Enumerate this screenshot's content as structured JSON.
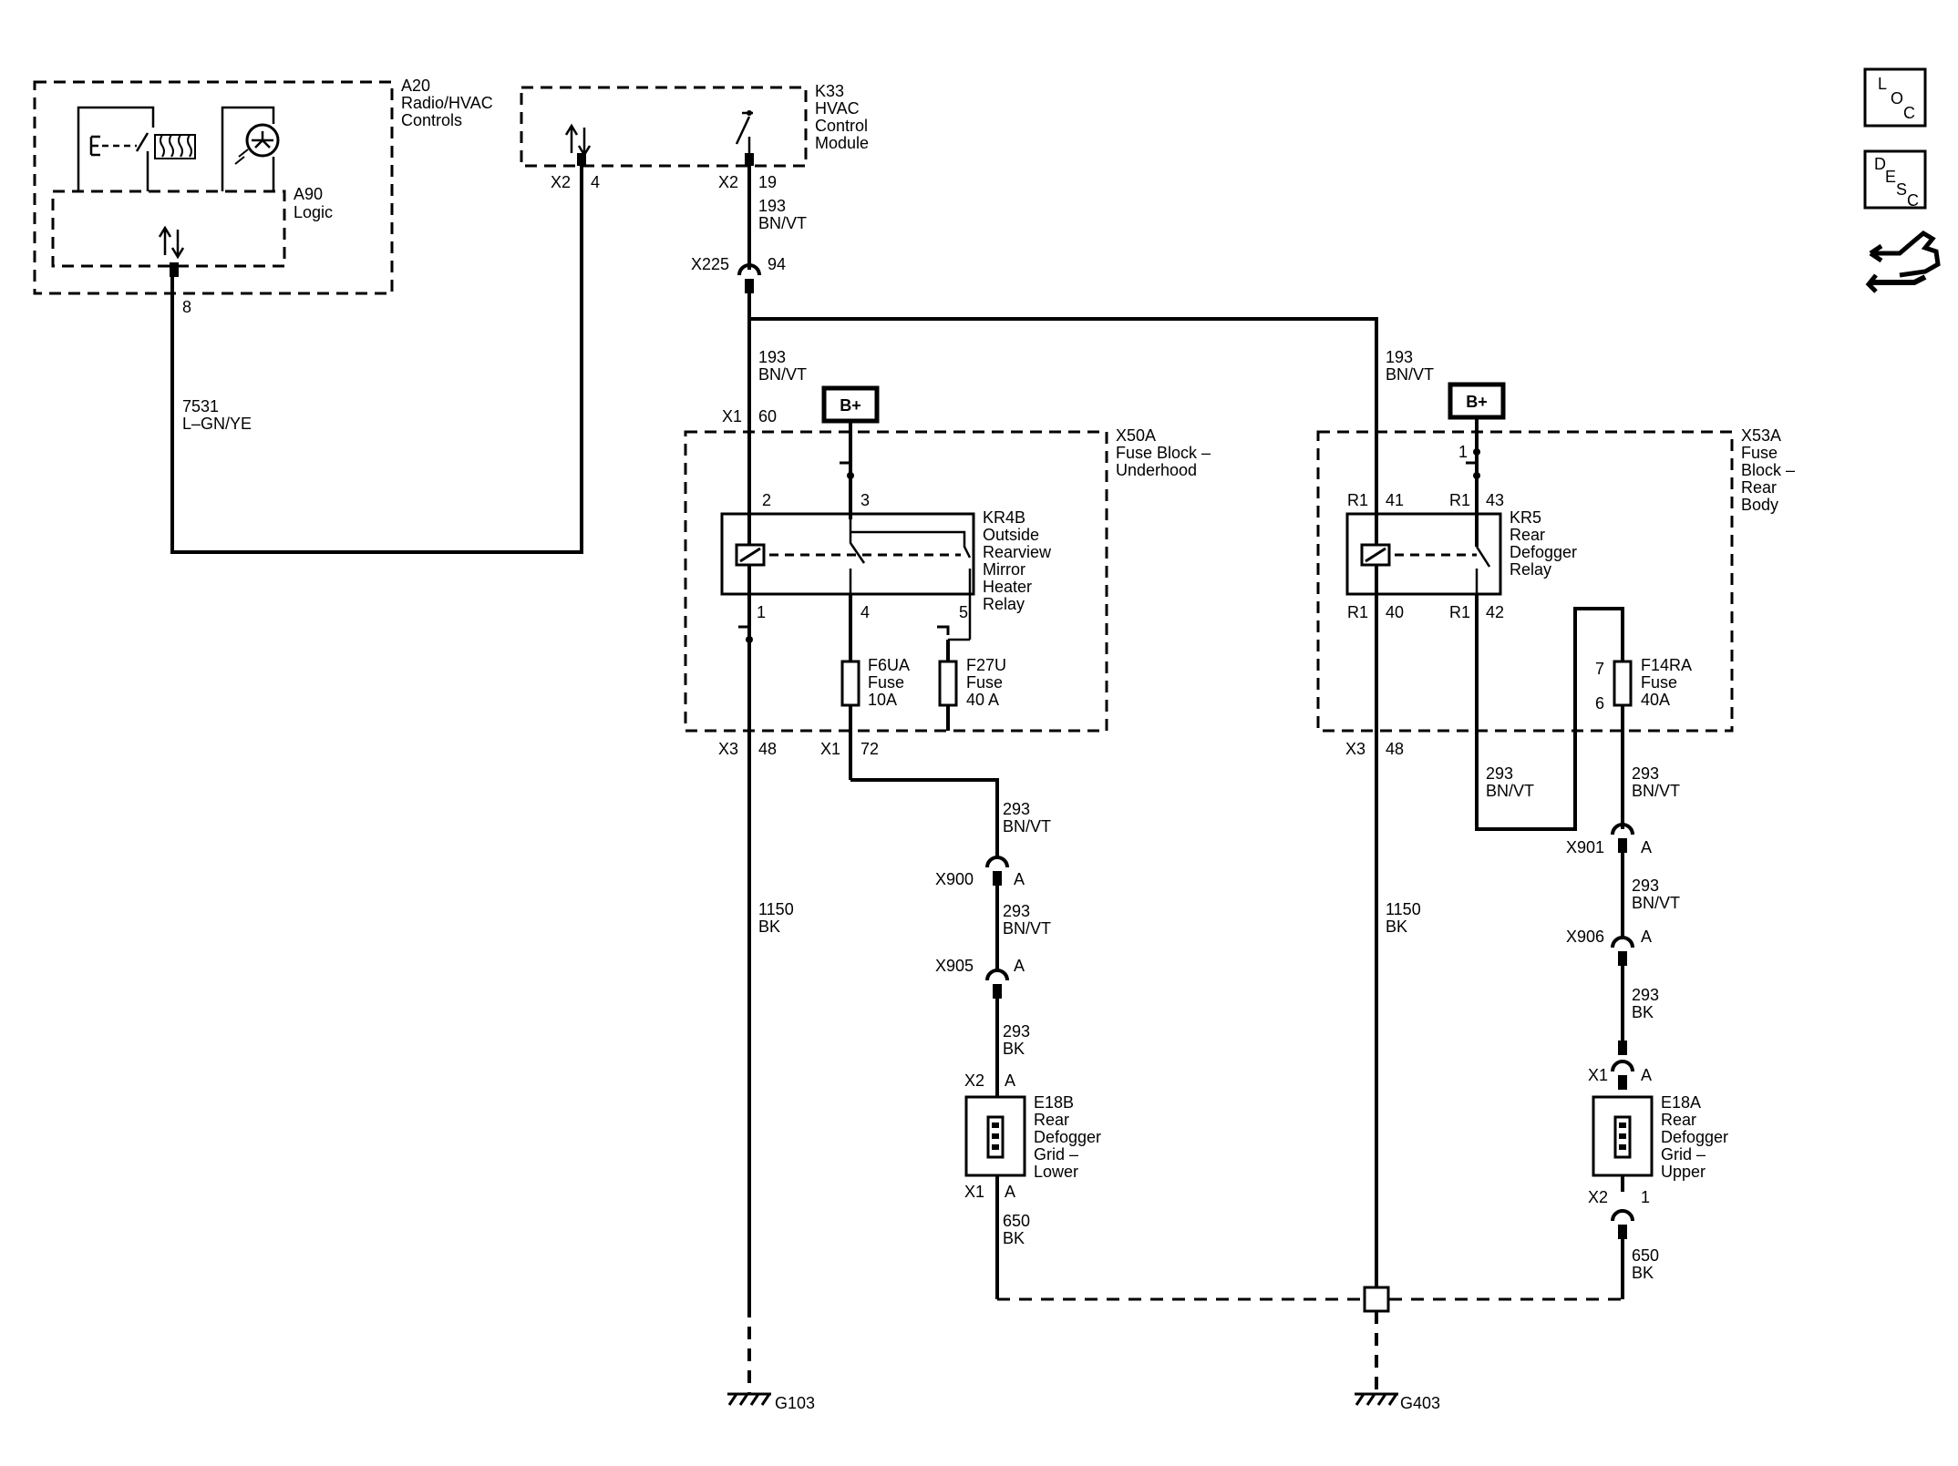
{
  "components": {
    "a20": [
      "A20",
      "Radio/HVAC",
      "Controls"
    ],
    "a90": [
      "A90",
      "Logic"
    ],
    "k33": [
      "K33",
      "HVAC",
      "Control",
      "Module"
    ],
    "x50a": [
      "X50A",
      "Fuse Block –",
      "Underhood"
    ],
    "x53a": [
      "X53A",
      "Fuse",
      "Block –",
      "Rear",
      "Body"
    ],
    "kr4b": [
      "KR4B",
      "Outside",
      "Rearview",
      "Mirror",
      "Heater",
      "Relay"
    ],
    "kr5": [
      "KR5",
      "Rear",
      "Defogger",
      "Relay"
    ],
    "f6ua": [
      "F6UA",
      "Fuse",
      "10A"
    ],
    "f27u": [
      "F27U",
      "Fuse",
      "40 A"
    ],
    "f14ra": [
      "F14RA",
      "Fuse",
      "40A"
    ],
    "e18b": [
      "E18B",
      "Rear",
      "Defogger",
      "Grid –",
      "Lower"
    ],
    "e18a": [
      "E18A",
      "Rear",
      "Defogger",
      "Grid –",
      "Upper"
    ],
    "bplus": "B+",
    "g103": "G103",
    "g403": "G403"
  },
  "pins": {
    "a90_8": "8",
    "k33_x2a": "X2",
    "k33_4": "4",
    "k33_x2b": "X2",
    "k33_19": "19",
    "x225": "X225",
    "x225_pin": "94",
    "x50_x1": "X1",
    "x50_60": "60",
    "kr4b_2": "2",
    "kr4b_3": "3",
    "kr4b_1": "1",
    "kr4b_4": "4",
    "kr4b_5": "5",
    "x50_x3": "X3",
    "x50_48": "48",
    "x50_x1b": "X1",
    "x50_72": "72",
    "x900": "X900",
    "x900_pin": "A",
    "x905": "X905",
    "x905_pin": "A",
    "e18b_x2": "X2",
    "e18b_a1": "A",
    "e18b_x1": "X1",
    "e18b_a2": "A",
    "x53_1": "1",
    "kr5_r1a": "R1",
    "kr5_41": "41",
    "kr5_r1b": "R1",
    "kr5_43": "43",
    "kr5_r1c": "R1",
    "kr5_40": "40",
    "kr5_r1d": "R1",
    "kr5_42": "42",
    "f14ra_7": "7",
    "f14ra_6": "6",
    "x53_x3": "X3",
    "x53_48": "48",
    "x901": "X901",
    "x901_pin": "A",
    "x906": "X906",
    "x906_pin": "A",
    "e18a_x1": "X1",
    "e18a_a": "A",
    "e18a_x2": "X2",
    "e18a_1": "1"
  },
  "wires": {
    "w7531": [
      "7531",
      "L–GN/YE"
    ],
    "w193a": [
      "193",
      "BN/VT"
    ],
    "w193b": [
      "193",
      "BN/VT"
    ],
    "w193c": [
      "193",
      "BN/VT"
    ],
    "w1150a": [
      "1150",
      "BK"
    ],
    "w1150b": [
      "1150",
      "BK"
    ],
    "w293a": [
      "293",
      "BN/VT"
    ],
    "w293b": [
      "293",
      "BN/VT"
    ],
    "w293c": [
      "293",
      "BK"
    ],
    "w293d": [
      "293",
      "BN/VT"
    ],
    "w293e": [
      "293",
      "BN/VT"
    ],
    "w293f": [
      "293",
      "BN/VT"
    ],
    "w293g": [
      "293",
      "BK"
    ],
    "w650a": [
      "650",
      "BK"
    ],
    "w650b": [
      "650",
      "BK"
    ]
  },
  "nav": {
    "loc": [
      "L",
      "O",
      "C"
    ],
    "desc": [
      "D",
      "E",
      "S",
      "C"
    ]
  }
}
